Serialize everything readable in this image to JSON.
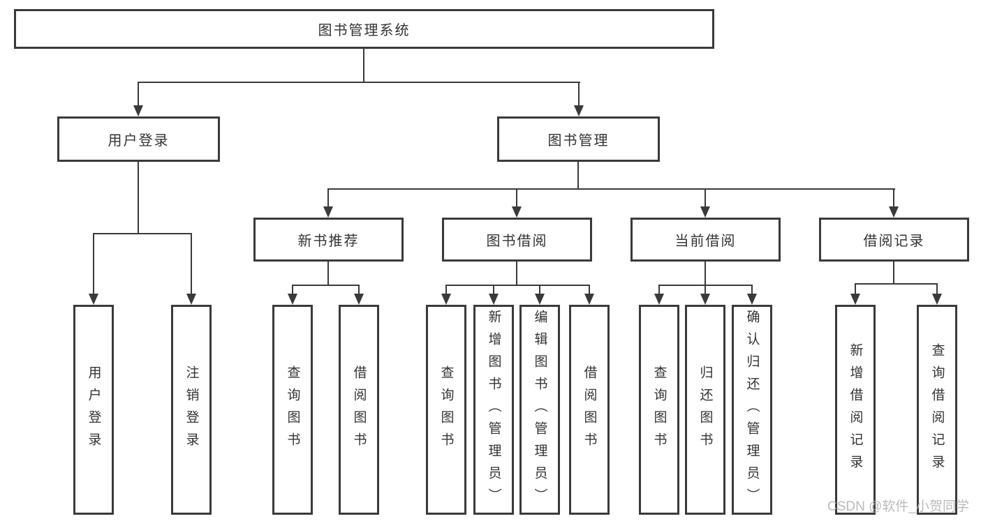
{
  "nodes": {
    "root": "图书管理系统",
    "user_login": "用户登录",
    "book_management": "图书管理",
    "new_book_recommend": "新书推荐",
    "book_borrowing": "图书借阅",
    "current_borrowing": "当前借阅",
    "borrowing_records": "借阅记录",
    "user_login_leaf": "用户登录",
    "logout_leaf": "注销登录",
    "query_book_1": "查询图书",
    "borrow_book_1": "借阅图书",
    "query_book_2": "查询图书",
    "add_book": "新增图书（管理员）",
    "edit_book": "编辑图书（管理员）",
    "borrow_book_2": "借阅图书",
    "query_book_3": "查询图书",
    "return_book": "归还图书",
    "confirm_return": "确认归还（管理员）",
    "add_borrow_record": "新增借阅记录",
    "query_borrow_record": "查询借阅记录"
  },
  "hierarchy": {
    "root": [
      "user_login",
      "book_management"
    ],
    "user_login": [
      "user_login_leaf",
      "logout_leaf"
    ],
    "book_management": [
      "new_book_recommend",
      "book_borrowing",
      "current_borrowing",
      "borrowing_records"
    ],
    "new_book_recommend": [
      "query_book_1",
      "borrow_book_1"
    ],
    "book_borrowing": [
      "query_book_2",
      "add_book",
      "edit_book",
      "borrow_book_2"
    ],
    "current_borrowing": [
      "query_book_3",
      "return_book",
      "confirm_return"
    ],
    "borrowing_records": [
      "add_borrow_record",
      "query_borrow_record"
    ]
  },
  "watermark": "CSDN @软件_小贺同学",
  "colors": {
    "line": "#3a3a3a",
    "text": "#333333",
    "watermark": "#b3b3b3",
    "background": "#ffffff"
  }
}
